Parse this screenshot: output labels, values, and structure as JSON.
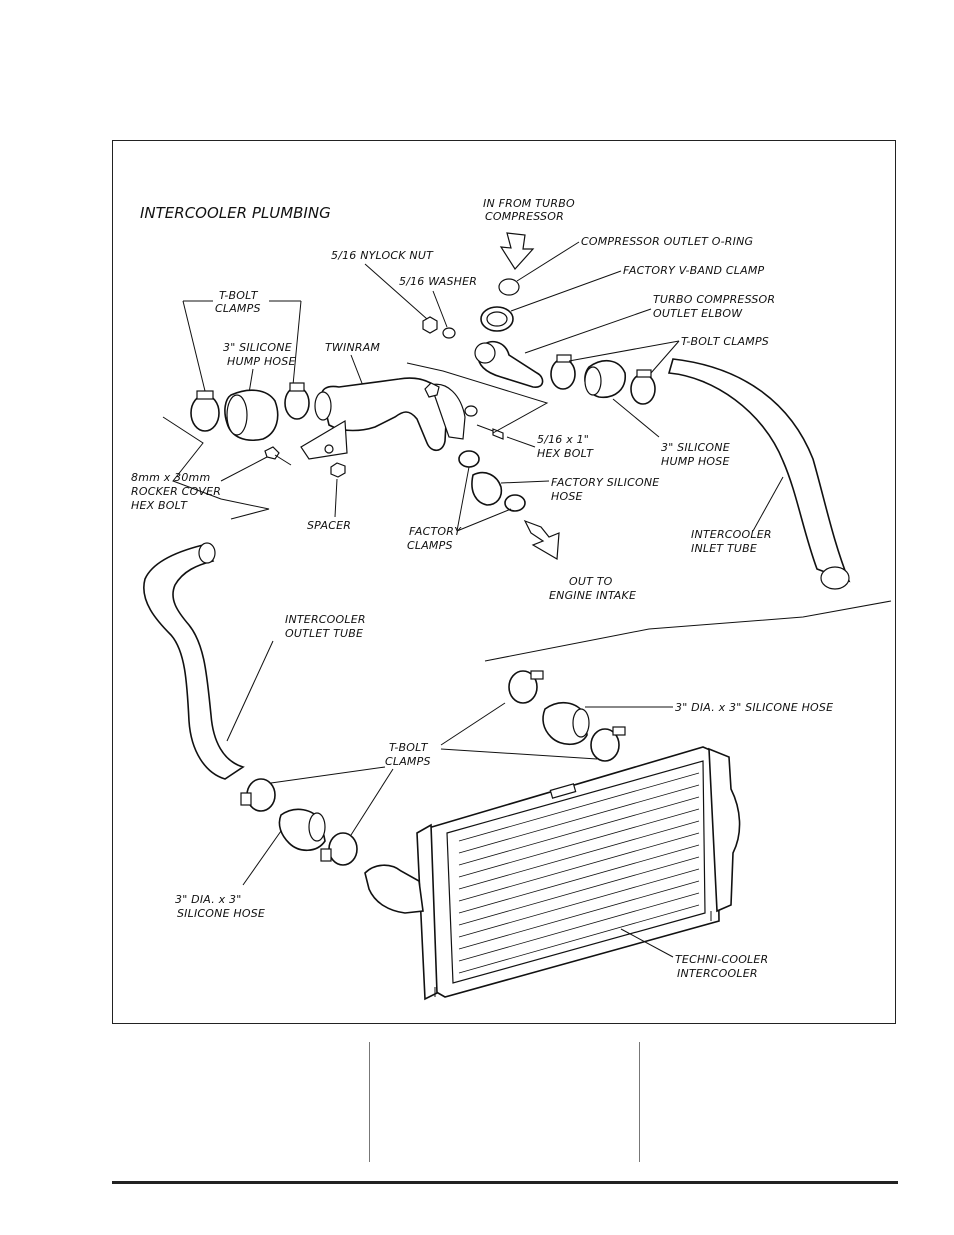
{
  "diagram": {
    "title": "INTERCOOLER PLUMBING",
    "labels": {
      "in_from_turbo_1": "IN FROM TURBO",
      "in_from_turbo_2": "COMPRESSOR",
      "compressor_oring": "COMPRESSOR OUTLET O-RING",
      "vband_clamp": "FACTORY V-BAND CLAMP",
      "turbo_elbow_1": "TURBO COMPRESSOR",
      "turbo_elbow_2": "OUTLET ELBOW",
      "tbolt_right": "T-BOLT CLAMPS",
      "nylock_nut": "5/16 NYLOCK NUT",
      "washer": "5/16 WASHER",
      "tbolt_left_1": "T-BOLT",
      "tbolt_left_2": "CLAMPS",
      "hump_left_1": "3\" SILICONE",
      "hump_left_2": "HUMP HOSE",
      "twinram": "TWINRAM",
      "hex_bolt_1": "5/16 x 1\"",
      "hex_bolt_2": "HEX BOLT",
      "hump_right_1": "3\" SILICONE",
      "hump_right_2": "HUMP HOSE",
      "rocker_1": "8mm x 30mm",
      "rocker_2": "ROCKER COVER",
      "rocker_3": "HEX BOLT",
      "factory_hose_1": "FACTORY SILICONE",
      "factory_hose_2": "HOSE",
      "spacer": "SPACER",
      "factory_clamps_1": "FACTORY",
      "factory_clamps_2": "CLAMPS",
      "inlet_tube_1": "INTERCOOLER",
      "inlet_tube_2": "INLET TUBE",
      "out_to_1": "OUT TO",
      "out_to_2": "ENGINE INTAKE",
      "outlet_tube_1": "INTERCOOLER",
      "outlet_tube_2": "OUTLET TUBE",
      "silicone_hose_right": "3\" DIA. x 3\" SILICONE HOSE",
      "tbolt_bottom_1": "T-BOLT",
      "tbolt_bottom_2": "CLAMPS",
      "silicone_hose_left_1": "3\" DIA. x 3\"",
      "silicone_hose_left_2": "SILICONE HOSE",
      "technicooler_1": "TECHNI-COOLER",
      "technicooler_2": "INTERCOOLER"
    }
  }
}
